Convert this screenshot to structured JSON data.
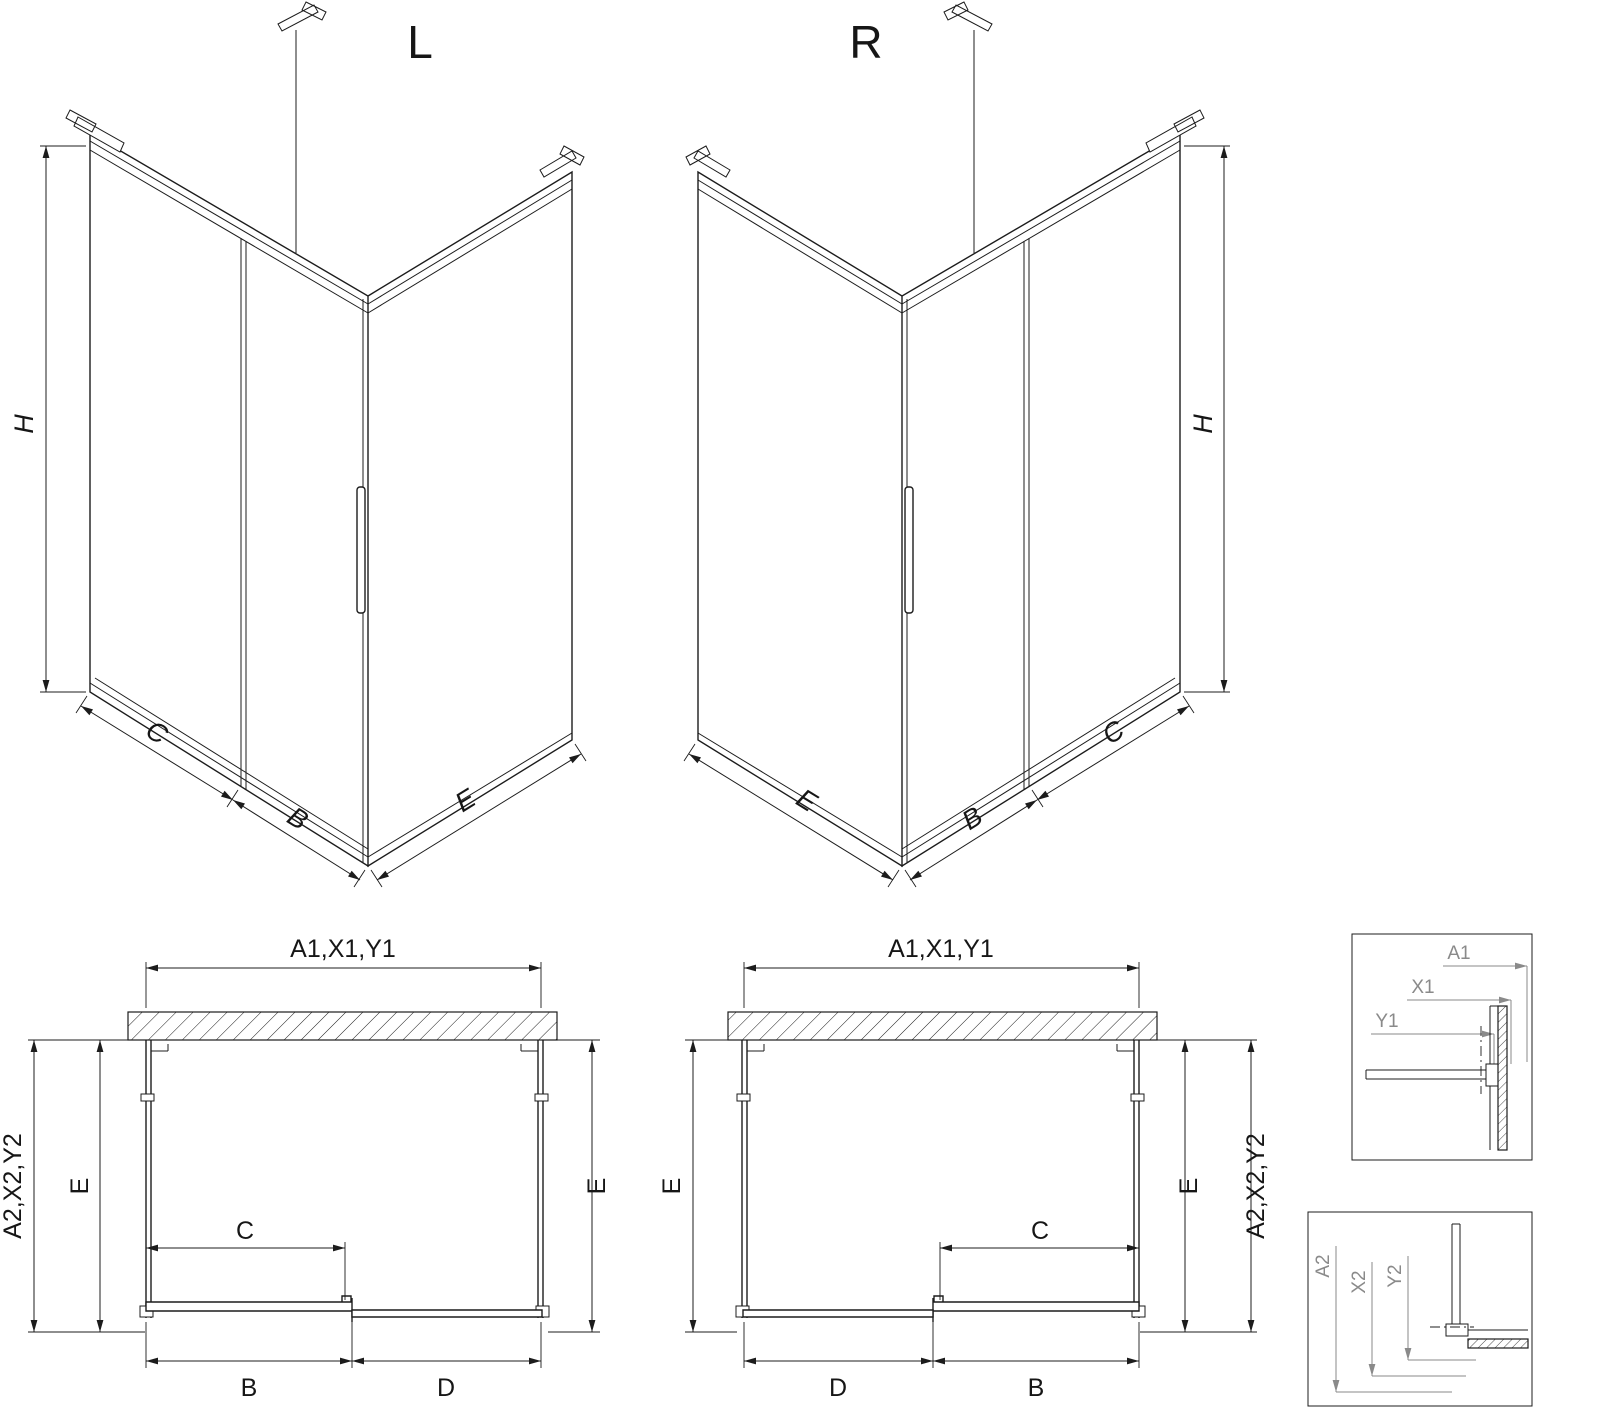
{
  "drawing": {
    "bg_color": "#ffffff",
    "line_color": "#1c1c1c",
    "detail_label_color": "#8a8a8a"
  },
  "iso_left": {
    "variant_label": "L",
    "dim_height": "H",
    "dim_fixed": "C",
    "dim_door": "B",
    "dim_side": "E"
  },
  "iso_right": {
    "variant_label": "R",
    "dim_height": "H",
    "dim_fixed": "C",
    "dim_door": "B",
    "dim_side": "E"
  },
  "plan_left": {
    "dim_width_top": "A1,X1,Y1",
    "dim_depth_outer": "A2,X2,Y2",
    "dim_depth_left": "E",
    "dim_depth_right": "E",
    "dim_opening": "C",
    "dim_door": "B",
    "dim_fixed": "D"
  },
  "plan_right": {
    "dim_width_top": "A1,X1,Y1",
    "dim_depth_outer": "A2,X2,Y2",
    "dim_depth_left": "E",
    "dim_depth_right": "E",
    "dim_opening": "C",
    "dim_door": "B",
    "dim_fixed": "D"
  },
  "detail_top": {
    "dim_1": "A1",
    "dim_2": "X1",
    "dim_3": "Y1"
  },
  "detail_bottom": {
    "dim_1": "A2",
    "dim_2": "X2",
    "dim_3": "Y2"
  }
}
